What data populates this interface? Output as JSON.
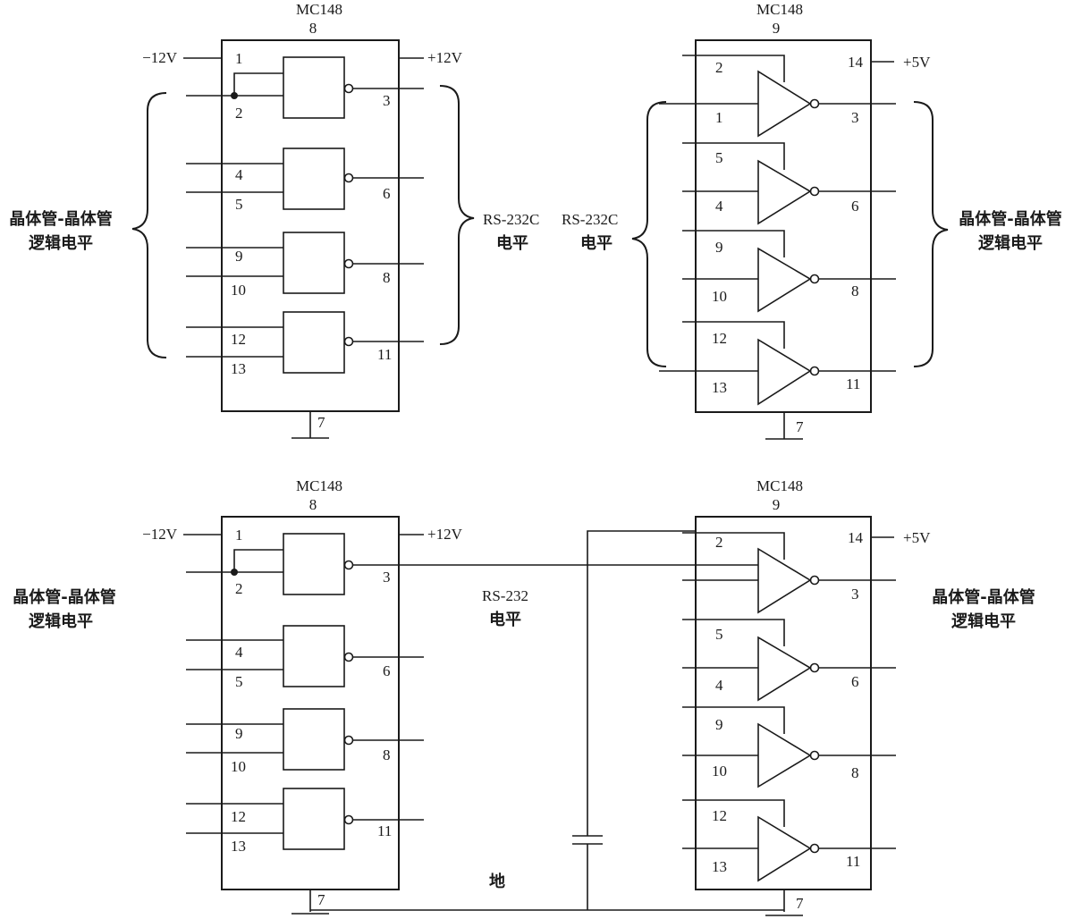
{
  "upper_left": {
    "chip_name": "MC148",
    "chip_number": "8",
    "vneg": "−12V",
    "vpos": "+12V",
    "pins": {
      "p1": "1",
      "p2": "2",
      "p3": "3",
      "p4": "4",
      "p5": "5",
      "p6": "6",
      "p9": "9",
      "p10": "10",
      "p8": "8",
      "p12": "12",
      "p13": "13",
      "p11": "11",
      "p7": "7"
    },
    "left_label_1": "晶体管-晶体管",
    "left_label_2": "逻辑电平",
    "right_label_1": "RS-232C",
    "right_label_2": "电平"
  },
  "upper_right": {
    "chip_name": "MC148",
    "chip_number": "9",
    "vpos": "+5V",
    "pins": {
      "p2": "2",
      "p1": "1",
      "p3": "3",
      "p14": "14",
      "p5": "5",
      "p4": "4",
      "p6": "6",
      "p9": "9",
      "p10": "10",
      "p8": "8",
      "p12": "12",
      "p13": "13",
      "p11": "11",
      "p7": "7"
    },
    "left_label_1": "RS-232C",
    "left_label_2": "电平",
    "right_label_1": "晶体管-晶体管",
    "right_label_2": "逻辑电平"
  },
  "lower_left": {
    "chip_name": "MC148",
    "chip_number": "8",
    "vneg": "−12V",
    "vpos": "+12V",
    "pins": {
      "p1": "1",
      "p2": "2",
      "p3": "3",
      "p4": "4",
      "p5": "5",
      "p6": "6",
      "p9": "9",
      "p10": "10",
      "p8": "8",
      "p12": "12",
      "p13": "13",
      "p11": "11",
      "p7": "7"
    },
    "left_label_1": "晶体管-晶体管",
    "left_label_2": "逻辑电平"
  },
  "lower_right": {
    "chip_name": "MC148",
    "chip_number": "9",
    "vpos": "+5V",
    "pins": {
      "p2": "2",
      "p14": "14",
      "p3": "3",
      "p5": "5",
      "p4": "4",
      "p6": "6",
      "p9": "9",
      "p10": "10",
      "p8": "8",
      "p12": "12",
      "p13": "13",
      "p11": "11",
      "p7": "7"
    },
    "right_label_1": "晶体管-晶体管",
    "right_label_2": "逻辑电平"
  },
  "middle": {
    "rs_label_1": "RS-232",
    "rs_label_2": "电平",
    "ground_label": "地"
  }
}
